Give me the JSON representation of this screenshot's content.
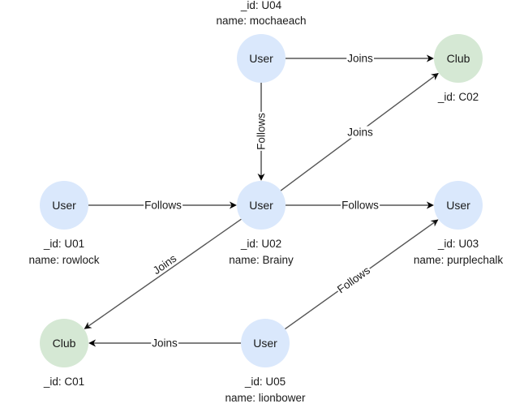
{
  "colors": {
    "user_fill": "#dae8fc",
    "club_fill": "#d5e8d4",
    "edge_straight": "#000000",
    "edge_diagonal": "#555555",
    "label_bg": "#ffffff"
  },
  "nodes": [
    {
      "id": "U04",
      "type": "User",
      "label": "User",
      "props": [
        "_id: U04",
        "name: mochaeach"
      ],
      "props_position": "above"
    },
    {
      "id": "C02",
      "type": "Club",
      "label": "Club",
      "props": [
        "_id: C02"
      ],
      "props_position": "below"
    },
    {
      "id": "U01",
      "type": "User",
      "label": "User",
      "props": [
        "_id: U01",
        "name: rowlock"
      ],
      "props_position": "below"
    },
    {
      "id": "U02",
      "type": "User",
      "label": "User",
      "props": [
        "_id: U02",
        "name: Brainy"
      ],
      "props_position": "below"
    },
    {
      "id": "U03",
      "type": "User",
      "label": "User",
      "props": [
        "_id: U03",
        "name: purplechalk"
      ],
      "props_position": "below"
    },
    {
      "id": "C01",
      "type": "Club",
      "label": "Club",
      "props": [
        "_id: C01"
      ],
      "props_position": "below"
    },
    {
      "id": "U05",
      "type": "User",
      "label": "User",
      "props": [
        "_id: U05",
        "name: lionbower"
      ],
      "props_position": "below"
    }
  ],
  "edges": [
    {
      "from": "U04",
      "to": "C02",
      "label": "Joins"
    },
    {
      "from": "U04",
      "to": "U02",
      "label": "Follows"
    },
    {
      "from": "U02",
      "to": "C02",
      "label": "Joins"
    },
    {
      "from": "U01",
      "to": "U02",
      "label": "Follows"
    },
    {
      "from": "U02",
      "to": "U03",
      "label": "Follows"
    },
    {
      "from": "U02",
      "to": "C01",
      "label": "Joins"
    },
    {
      "from": "U05",
      "to": "U03",
      "label": "Follows"
    },
    {
      "from": "U05",
      "to": "C01",
      "label": "Joins"
    }
  ]
}
